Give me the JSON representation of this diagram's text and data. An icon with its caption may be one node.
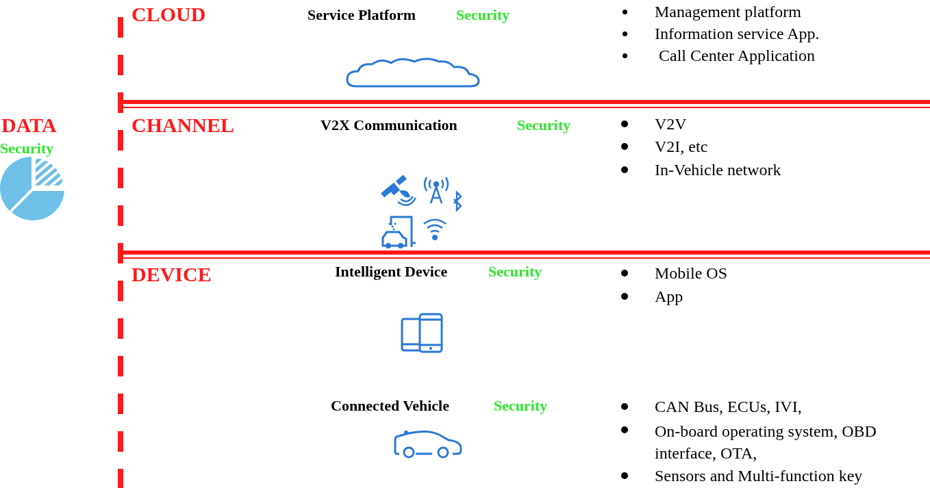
{
  "diagram": {
    "labels": [
      "CLOUD",
      "Service Platform",
      "Security",
      "Management platform",
      "Information service App.",
      "Call Center Application",
      "DATA",
      "Security",
      "CHANNEL",
      "V2X Communication",
      "Security",
      "V2V",
      "V2I, etc",
      "In-Vehicle network",
      "DEVICE",
      "Intelligent Device",
      "Security",
      "Mobile OS",
      "App",
      "Connected Vehicle",
      "Security",
      "CAN Bus, ECUs, IVI,",
      "On-board operating system, OBD interface, OTA,",
      "Sensors and Multi-function key"
    ]
  }
}
